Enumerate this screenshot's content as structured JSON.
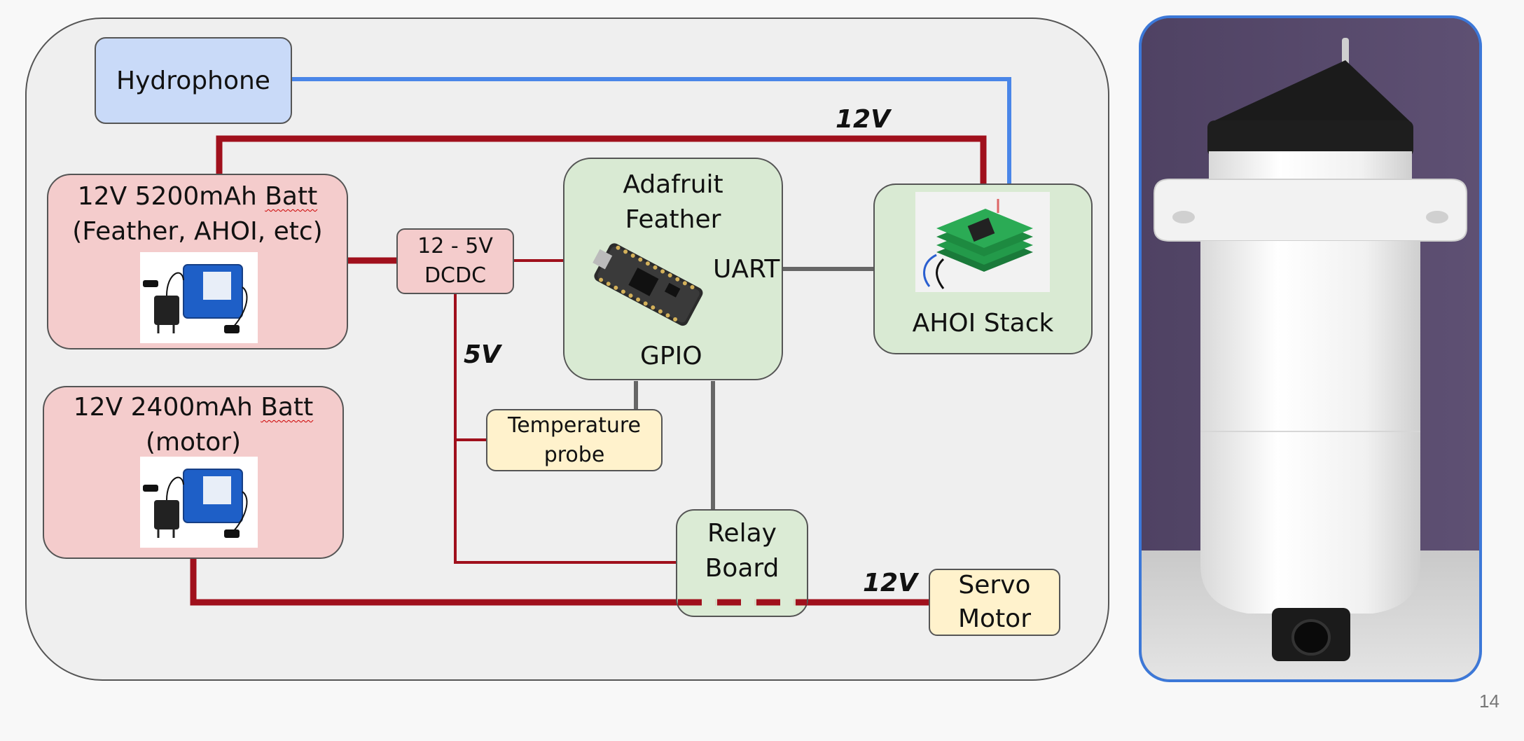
{
  "diagram": {
    "hydrophone": "Hydrophone",
    "batt1": {
      "line1a": "12V 5200mAh ",
      "line1b": "Batt",
      "line2": "(Feather, AHOI, etc)"
    },
    "batt2": {
      "line1a": "12V 2400mAh ",
      "line1b": "Batt",
      "line2": "(motor)"
    },
    "dcdc": {
      "line1": "12 - 5V",
      "line2": "DCDC"
    },
    "feather": {
      "line1": "Adafruit",
      "line2": "Feather",
      "uart": "UART",
      "gpio": "GPIO"
    },
    "ahoi": "AHOI Stack",
    "temp": {
      "line1": "Temperature",
      "line2": "probe"
    },
    "relay": {
      "line1": "Relay",
      "line2": "Board"
    },
    "servo": {
      "line1": "Servo",
      "line2": "Motor"
    },
    "labels": {
      "v12_top": "12V",
      "v5": "5V",
      "v12_bottom": "12V"
    },
    "colors": {
      "power": "#a0101c",
      "signal": "#4a86e8",
      "data": "#666666"
    }
  },
  "slide_number": "14"
}
